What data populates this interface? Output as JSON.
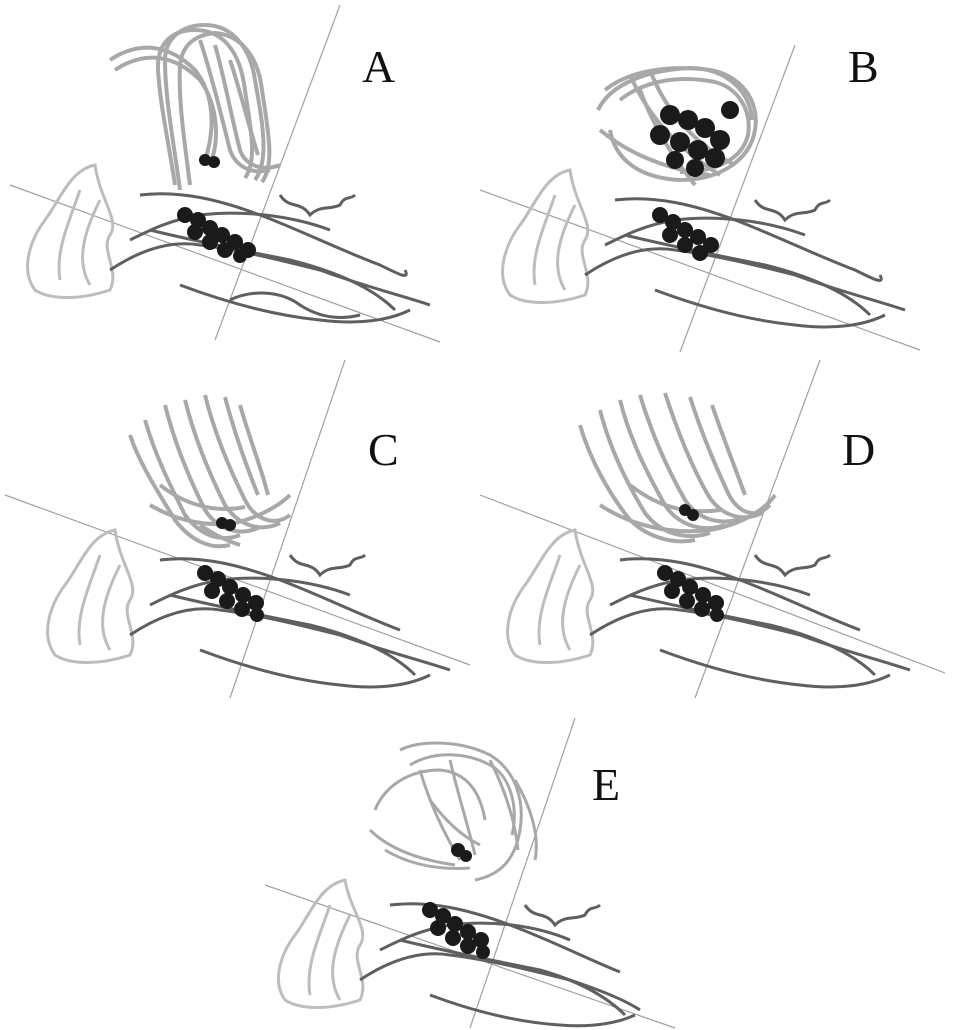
{
  "figure": {
    "panels": [
      {
        "id": "A",
        "label": "A"
      },
      {
        "id": "B",
        "label": "B"
      },
      {
        "id": "C",
        "label": "C"
      },
      {
        "id": "D",
        "label": "D"
      },
      {
        "id": "E",
        "label": "E"
      }
    ]
  },
  "colors": {
    "background": "#ffffff",
    "axis_line": "#9a9a9a",
    "receptor_dark": "#5a5a5a",
    "receptor_light": "#b8b8b8",
    "ligand_ensemble": "#a9a9a9",
    "spheres": "#1a1a1a"
  }
}
